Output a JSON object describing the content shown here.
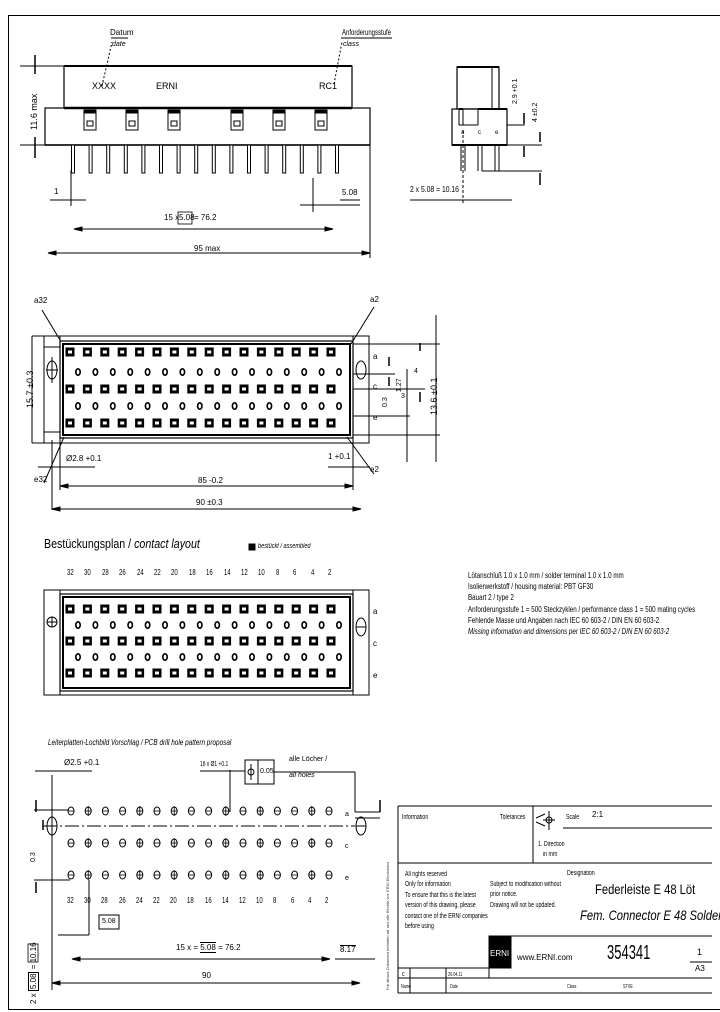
{
  "side_view": {
    "date_label": "Datum",
    "date_label_en": "date",
    "class_label": "Anforderungsstufe",
    "class_label_en": "class",
    "marking_date": "XXXX",
    "marking_brand": "ERNI",
    "marking_class": "RC1",
    "height_dim": "11.6 max",
    "pin_width_dim": "1",
    "pitch_dim": "5.08",
    "pitch_chain": "15 x",
    "pitch_chain_box": "5.08",
    "pitch_chain_total": "= 76.2",
    "length_dim": "95 max"
  },
  "end_view": {
    "rows": [
      "a",
      "c",
      "e"
    ],
    "row_pitch_dim": "2 x 5.08 = 10.16",
    "dim_top": "2.9 +0.1",
    "dim_side": "4 ±0.2"
  },
  "front_view": {
    "callouts": [
      "a32",
      "a2",
      "e32",
      "e2"
    ],
    "height_dim": "15.7 ±0.3",
    "inner_height_dim": "13.6 ±0.1",
    "row_labels": [
      "a",
      "c",
      "e"
    ],
    "offset_dim": "0.3",
    "small_dims": [
      "1.27",
      "3",
      "4"
    ],
    "hole_dim": "Ø2.8 +0.1",
    "gap_dim": "1 +0.1",
    "inner_length_dim": "85 -0.2",
    "outer_length_dim": "90 ±0.3",
    "columns": 16
  },
  "contact_layout": {
    "title": "Bestückungsplan",
    "title_en": "contact layout",
    "legend": "bestückt / assembled",
    "column_numbers": [
      "32",
      "30",
      "28",
      "26",
      "24",
      "22",
      "20",
      "18",
      "16",
      "14",
      "12",
      "10",
      "8",
      "6",
      "4",
      "2"
    ],
    "row_labels": [
      "a",
      "c",
      "e"
    ]
  },
  "notes": [
    "Lötanschluß 1.0 x 1.0 mm / solder terminal 1.0 x 1.0 mm",
    "Isolierwerkstoff / housing material: PBT GF30",
    "Bauart 2 / type 2",
    "Anforderungsstufe 1 = 500 Steckzyklen / performance class 1 = 500 mating cycles",
    "Fehlende Masse und Angaben nach IEC 60 603-2 / DIN EN 60 603-2",
    "Missing information and dimensions per IEC 60 603-2 / DIN EN 60 603-2"
  ],
  "pcb_pattern": {
    "title": "Leiterplatten-Lochbild Vorschlag / PCB drill hole pattern proposal",
    "hole_dim": "Ø2.5 +0.1",
    "hole_count_dim": "16 x Ø1 +0.1",
    "tolerance_box": "0.05",
    "tolerance_note": "alle Löcher /",
    "tolerance_note_en": "all holes",
    "offset_dim": "0.3",
    "row_pitch": "2 x",
    "row_pitch_box": "5.08",
    "row_total": "= 10.16",
    "pitch_box": "5.08",
    "chain": "15 x =",
    "chain_box": "5.08",
    "chain_total": "= 76.2",
    "end_dim": "8.17",
    "length_dim": "90",
    "column_numbers": [
      "32",
      "30",
      "28",
      "26",
      "24",
      "22",
      "20",
      "18",
      "16",
      "14",
      "12",
      "10",
      "8",
      "6",
      "4",
      "2"
    ],
    "row_labels": [
      "a",
      "c",
      "e"
    ]
  },
  "title_block": {
    "side_text": "Für dieses Dokument behalten wir uns alle Rechte vor. ERNI Electronics",
    "information_label": "Information",
    "tolerance_label": "Tolerances",
    "projection_label": "1. Direction",
    "projection_unit": "in mm",
    "scale_label": "Scale",
    "scale_value": "2:1",
    "rights": [
      "All rights reserved",
      "Only for information",
      "To ensure that this is the latest",
      "version of this drawing, please",
      "contact one of the ERNI companies",
      "before using"
    ],
    "modification": [
      "Subject to modification without",
      "prior notice.",
      "Drawing will not be updated."
    ],
    "designation_label": "Designation",
    "designation_de": "Federleiste E 48 Löt",
    "designation_en": "Fem. Connector E 48 Solder",
    "logo": "ERNI",
    "website": "www.ERNI.com",
    "part_number": "354341",
    "sheet": "1",
    "format": "A3",
    "rev_label": "c",
    "rev_date": "26.04.11",
    "name_label": "Name",
    "date_label": "Date",
    "class_label": "Class",
    "class_value": "STVE"
  }
}
